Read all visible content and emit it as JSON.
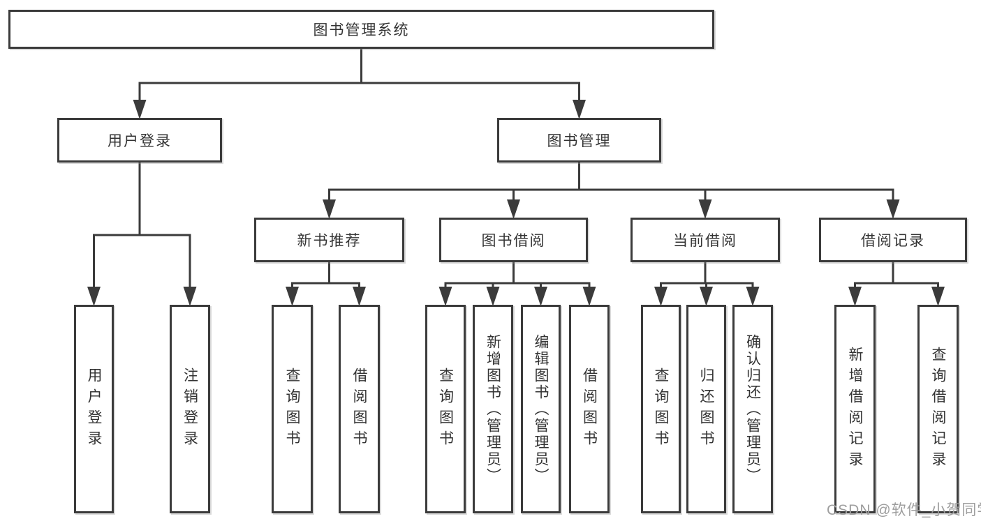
{
  "diagram": {
    "root": {
      "label": "图书管理系统"
    },
    "branches": [
      {
        "label": "用户登录",
        "children": [
          {
            "label": "用户登录"
          },
          {
            "label": "注销登录"
          }
        ]
      },
      {
        "label": "图书管理",
        "children": [
          {
            "label": "新书推荐",
            "children": [
              {
                "label": "查询图书"
              },
              {
                "label": "借阅图书"
              }
            ]
          },
          {
            "label": "图书借阅",
            "children": [
              {
                "label": "查询图书"
              },
              {
                "label": "新增图书（管理员）"
              },
              {
                "label": "编辑图书（管理员）"
              },
              {
                "label": "借阅图书"
              }
            ]
          },
          {
            "label": "当前借阅",
            "children": [
              {
                "label": "查询图书"
              },
              {
                "label": "归还图书"
              },
              {
                "label": "确认归还（管理员）"
              }
            ]
          },
          {
            "label": "借阅记录",
            "children": [
              {
                "label": "新增借阅记录"
              },
              {
                "label": "查询借阅记录"
              }
            ]
          }
        ]
      }
    ],
    "watermark": "CSDN @软件_小贺同学",
    "colors": {
      "line": "#3b3b3b",
      "text": "#333333",
      "watermark": "#9e9e9e",
      "background": "#ffffff"
    }
  }
}
